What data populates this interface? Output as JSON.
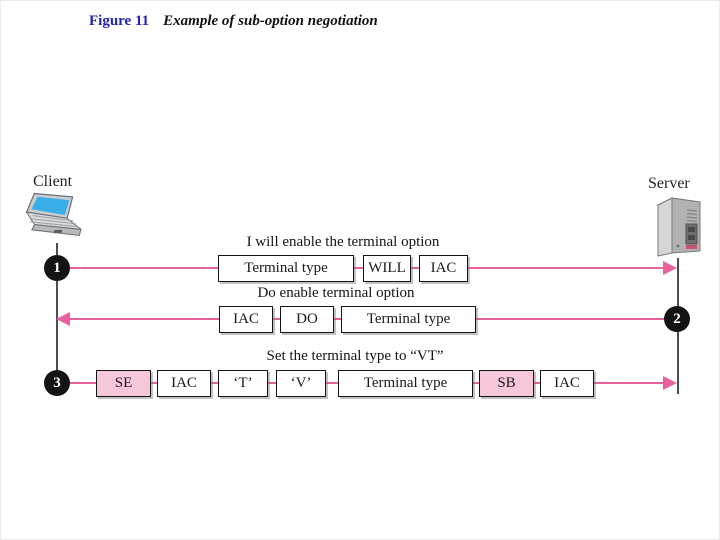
{
  "title": {
    "figure_label": "Figure 11",
    "figure_caption": "Example of sub-option negotiation"
  },
  "endpoints": {
    "client_label": "Client",
    "server_label": "Server"
  },
  "colors": {
    "title_blue": "#2323b8",
    "arrow_pink": "#e8639e",
    "highlight_pink": "#f6c6da",
    "lifeline_gray": "#4d4d4d",
    "circle_black": "#141414",
    "laptop_screen_blue": "#3aaee6"
  },
  "messages": [
    {
      "step": "1",
      "direction": "client-to-server",
      "caption": "I will enable the terminal option",
      "boxes": [
        {
          "label": "Terminal type",
          "highlight": false
        },
        {
          "label": "WILL",
          "highlight": false
        },
        {
          "label": "IAC",
          "highlight": false
        }
      ]
    },
    {
      "step": "2",
      "direction": "server-to-client",
      "caption": "Do enable terminal option",
      "boxes": [
        {
          "label": "IAC",
          "highlight": false
        },
        {
          "label": "DO",
          "highlight": false
        },
        {
          "label": "Terminal type",
          "highlight": false
        }
      ]
    },
    {
      "step": "3",
      "direction": "client-to-server",
      "caption": "Set the terminal type to “VT”",
      "boxes": [
        {
          "label": "SE",
          "highlight": true
        },
        {
          "label": "IAC",
          "highlight": false
        },
        {
          "label": "‘T’",
          "highlight": false
        },
        {
          "label": "‘V’",
          "highlight": false
        },
        {
          "label": "Terminal type",
          "highlight": false
        },
        {
          "label": "SB",
          "highlight": true
        },
        {
          "label": "IAC",
          "highlight": false
        }
      ]
    }
  ]
}
